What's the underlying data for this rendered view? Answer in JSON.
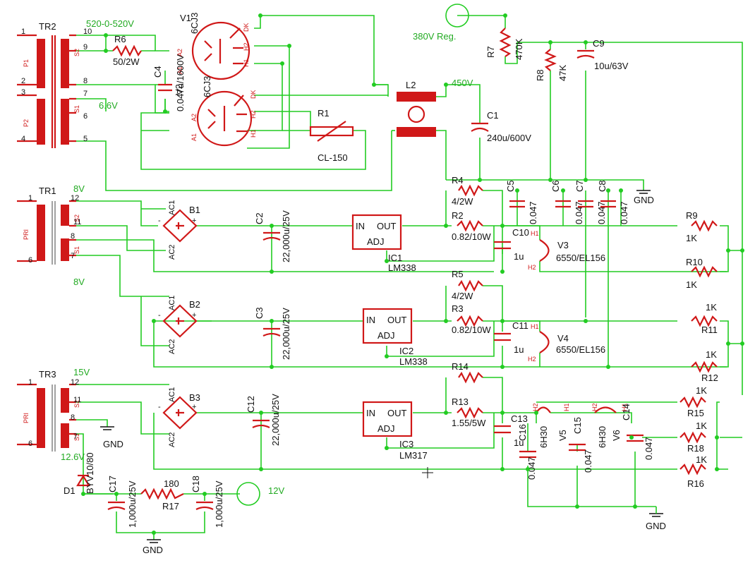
{
  "transformers": [
    {
      "ref": "TR2",
      "pri_labels": [
        "P1",
        "P2"
      ],
      "sec_labels": [
        "S2",
        "S1"
      ],
      "pins_left": [
        "1",
        "2",
        "3",
        "4"
      ],
      "pins_right": [
        "10",
        "9",
        "8",
        "7",
        "6",
        "5"
      ],
      "note": "520-0-520V",
      "note2": "6.6V"
    },
    {
      "ref": "TR1",
      "pri_label": "PRI",
      "sec_labels": [
        "S2",
        "S1"
      ],
      "pins_left": [
        "1",
        "6"
      ],
      "pins_right": [
        "12",
        "11",
        "8",
        "7"
      ],
      "note": "8V",
      "note2": "8V"
    },
    {
      "ref": "TR3",
      "pri_label": "PRI",
      "sec_labels": [
        "S2",
        "S1"
      ],
      "pins_left": [
        "1",
        "6"
      ],
      "pins_right": [
        "12",
        "11",
        "8",
        "7"
      ],
      "note": "15V",
      "note2": "12.6V"
    }
  ],
  "tubes": [
    {
      "ref": "V1",
      "type": "6CJ3",
      "pins": [
        "A2",
        "A1",
        "DK",
        "H2",
        "H1"
      ]
    },
    {
      "ref": "V2",
      "type": "6CJ3",
      "pins": [
        "A2",
        "A1",
        "DK",
        "H2",
        "H1"
      ]
    },
    {
      "ref": "V3",
      "type": "6550/EL156",
      "pins": [
        "H1",
        "H2"
      ]
    },
    {
      "ref": "V4",
      "type": "6550/EL156",
      "pins": [
        "H1",
        "H2"
      ]
    },
    {
      "ref": "V5",
      "type": "6H30",
      "pins": [
        "H2",
        "H1"
      ]
    },
    {
      "ref": "V6",
      "type": "6H30",
      "pins": [
        "H2",
        "H1"
      ]
    }
  ],
  "resistors": [
    {
      "ref": "R6",
      "value": "50/2W"
    },
    {
      "ref": "R1",
      "value": "CL-150"
    },
    {
      "ref": "R7",
      "value": "470K"
    },
    {
      "ref": "R8",
      "value": "47K"
    },
    {
      "ref": "R4",
      "value": "4/2W"
    },
    {
      "ref": "R2",
      "value": "0.82/10W"
    },
    {
      "ref": "R5",
      "value": "4/2W"
    },
    {
      "ref": "R3",
      "value": "0.82/10W"
    },
    {
      "ref": "R14",
      "value": ""
    },
    {
      "ref": "R13",
      "value": "1.55/5W"
    },
    {
      "ref": "R9",
      "value": "1K"
    },
    {
      "ref": "R10",
      "value": "1K"
    },
    {
      "ref": "R11",
      "value": "1K"
    },
    {
      "ref": "R12",
      "value": "1K"
    },
    {
      "ref": "R15",
      "value": "1K"
    },
    {
      "ref": "R18",
      "value": "1K"
    },
    {
      "ref": "R16",
      "value": "1K"
    },
    {
      "ref": "R17",
      "value": "180"
    }
  ],
  "capacitors": [
    {
      "ref": "C4",
      "value": "0.047u/1600V"
    },
    {
      "ref": "C1",
      "value": "240u/600V"
    },
    {
      "ref": "C9",
      "value": "10u/63V"
    },
    {
      "ref": "C2",
      "value": "22,000u/25V"
    },
    {
      "ref": "C3",
      "value": "22,000u/25V"
    },
    {
      "ref": "C12",
      "value": "22,000u/25V"
    },
    {
      "ref": "C5",
      "value": "0.047"
    },
    {
      "ref": "C6",
      "value": "0.047"
    },
    {
      "ref": "C7",
      "value": "0.047"
    },
    {
      "ref": "C8",
      "value": "0.047"
    },
    {
      "ref": "C10",
      "value": "1u"
    },
    {
      "ref": "C11",
      "value": "1u"
    },
    {
      "ref": "C13",
      "value": "1u"
    },
    {
      "ref": "C15",
      "value": "0.047"
    },
    {
      "ref": "C16",
      "value": "0.047"
    },
    {
      "ref": "C14",
      "value": "0.047"
    },
    {
      "ref": "C17",
      "value": "1,000u/25V"
    },
    {
      "ref": "C18",
      "value": "1,000u/25V"
    }
  ],
  "bridges": [
    {
      "ref": "B1",
      "pins": [
        "AC1",
        "AC2",
        "-",
        "+"
      ]
    },
    {
      "ref": "B2",
      "pins": [
        "AC1",
        "AC2",
        "-",
        "+"
      ]
    },
    {
      "ref": "B3",
      "pins": [
        "AC1",
        "AC2",
        "-",
        "+"
      ]
    }
  ],
  "regulators": [
    {
      "ref": "IC1",
      "type": "LM338",
      "pins": [
        "IN",
        "OUT",
        "ADJ"
      ]
    },
    {
      "ref": "IC2",
      "type": "LM338",
      "pins": [
        "IN",
        "OUT",
        "ADJ"
      ]
    },
    {
      "ref": "IC3",
      "type": "LM317",
      "pins": [
        "IN",
        "OUT",
        "ADJ"
      ]
    }
  ],
  "inductor": {
    "ref": "L2"
  },
  "diode": {
    "ref": "D1",
    "value": "BYV10/80"
  },
  "rails": {
    "hv_label": "450V",
    "reg_label": "380V Reg.",
    "bias_label": "12V"
  },
  "ground_labels": [
    "GND",
    "GND",
    "GND",
    "GND"
  ]
}
